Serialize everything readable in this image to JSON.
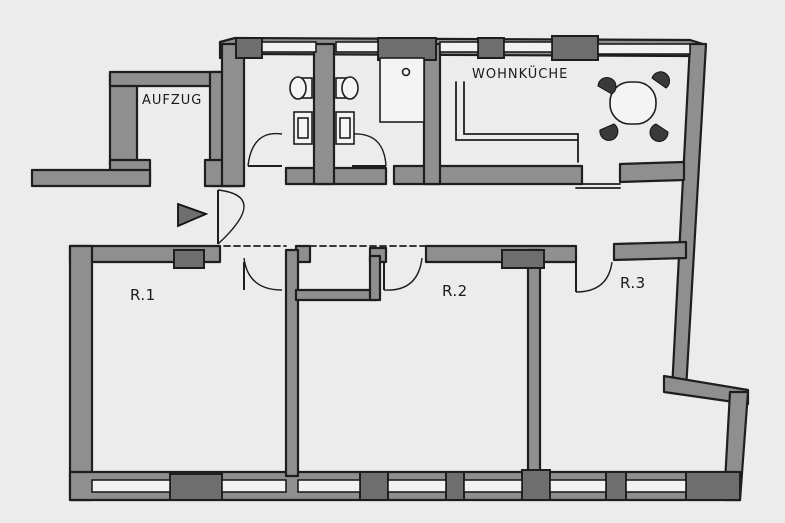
{
  "rooms": {
    "elevator": "AUFZUG",
    "kitchen": "WOHNKÜCHE",
    "room1": "R.1",
    "room2": "R.2",
    "room3": "R.3"
  },
  "colors": {
    "paper": "#ececec",
    "wall_fill": "#8f8f8f",
    "pier_fill": "#6e6e6e",
    "ink": "#1e1e1e"
  },
  "icons": {
    "entrance": "play-triangle-icon"
  }
}
